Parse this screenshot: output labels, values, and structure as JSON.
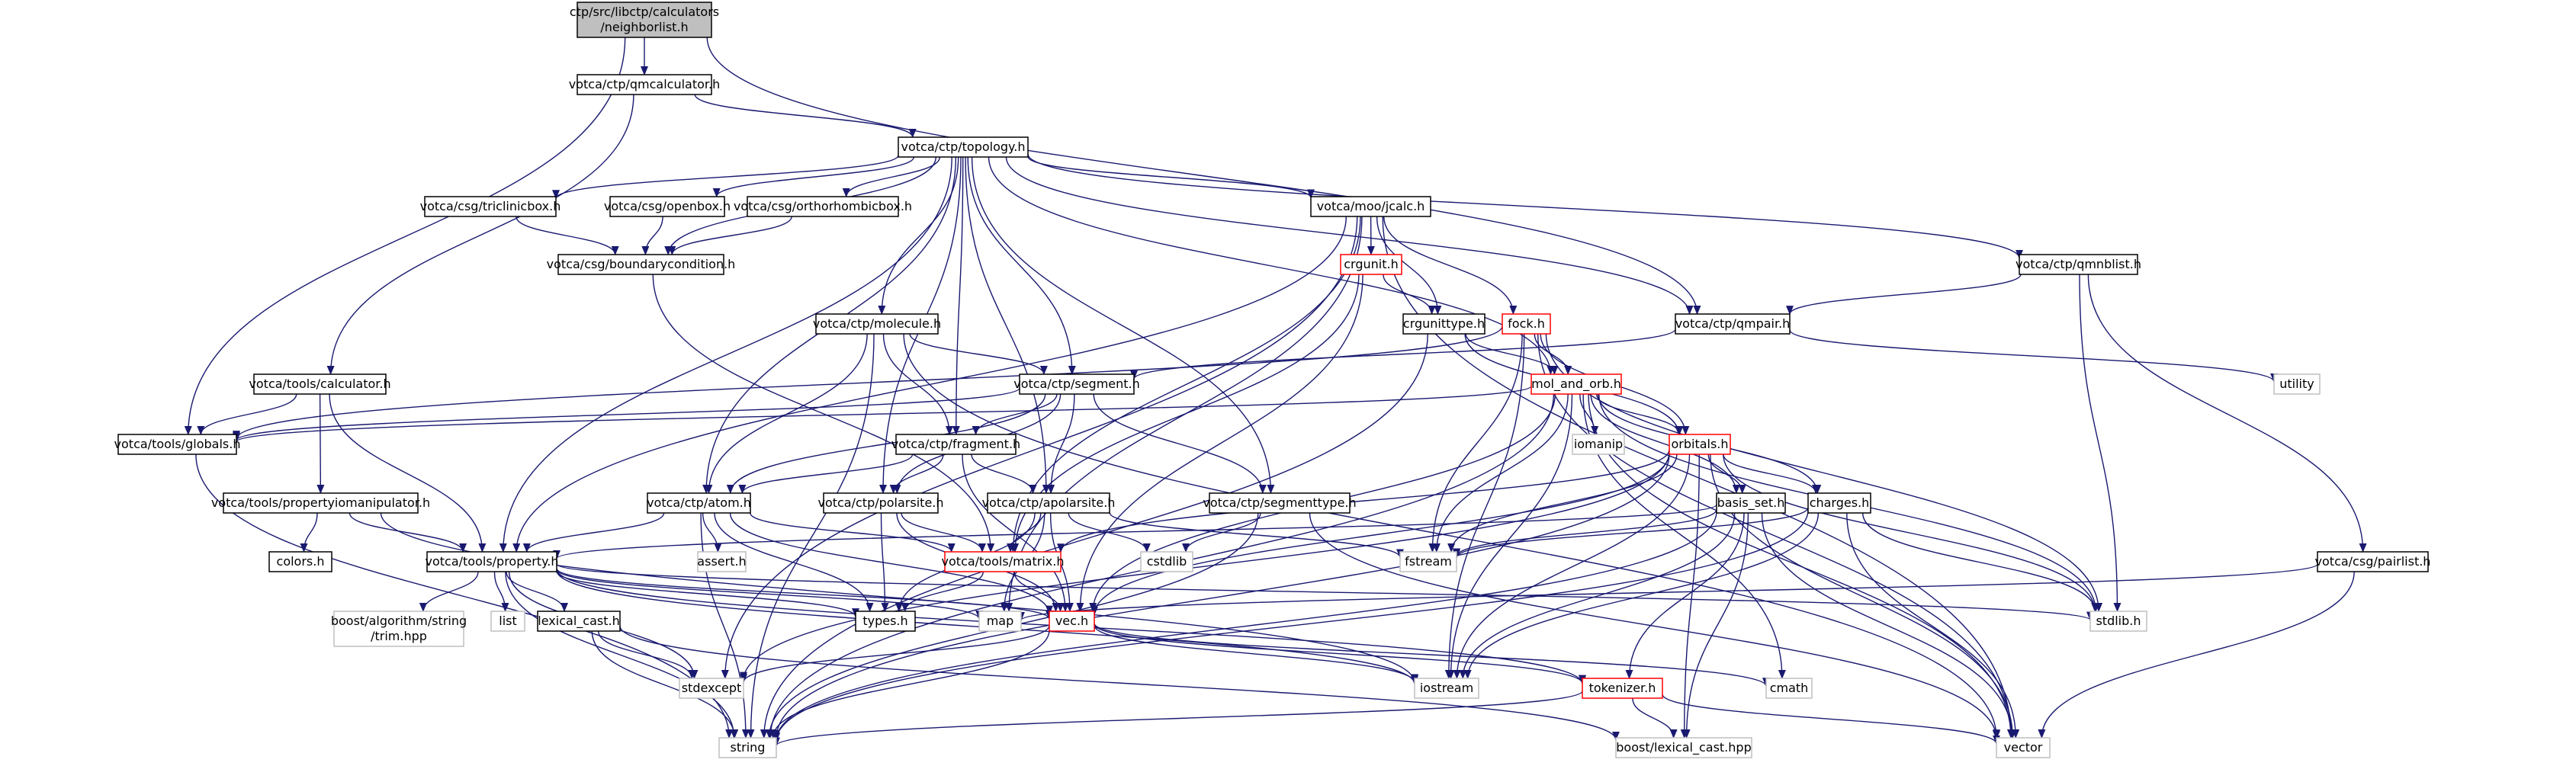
{
  "colors": {
    "edge": "#191970",
    "node_border": "#000000",
    "node_fill": "#ffffff",
    "root_fill": "#bfbfbf",
    "truncated_border": "#ff0000",
    "leaf_border": "#bfbfbf",
    "leaf_text": "#404040"
  },
  "nodes": [
    {
      "id": "root",
      "lines": [
        "ctp/src/libctp/calculators",
        "/neighborlist.h"
      ],
      "style": "root"
    },
    {
      "id": "qmcalculator",
      "lines": [
        "votca/ctp/qmcalculator.h"
      ],
      "style": "normal"
    },
    {
      "id": "topology",
      "lines": [
        "votca/ctp/topology.h"
      ],
      "style": "normal"
    },
    {
      "id": "tools_calculator",
      "lines": [
        "votca/tools/calculator.h"
      ],
      "style": "normal"
    },
    {
      "id": "triclinicbox",
      "lines": [
        "votca/csg/triclinicbox.h"
      ],
      "style": "normal"
    },
    {
      "id": "openbox",
      "lines": [
        "votca/csg/openbox.h"
      ],
      "style": "normal"
    },
    {
      "id": "orthorhombicbox",
      "lines": [
        "votca/csg/orthorhombicbox.h"
      ],
      "style": "normal"
    },
    {
      "id": "qmcalc",
      "lines": [
        "votca/moo/jcalc.h"
      ],
      "style": "normal"
    },
    {
      "id": "qmnblist",
      "lines": [
        "votca/ctp/qmnblist.h"
      ],
      "style": "normal"
    },
    {
      "id": "boundarycondition",
      "lines": [
        "votca/csg/boundarycondition.h"
      ],
      "style": "normal"
    },
    {
      "id": "crgunit",
      "lines": [
        "crgunit.h"
      ],
      "style": "truncated"
    },
    {
      "id": "crgunittype",
      "lines": [
        "crgunittype.h"
      ],
      "style": "normal"
    },
    {
      "id": "fock",
      "lines": [
        "fock.h"
      ],
      "style": "truncated"
    },
    {
      "id": "qmpair",
      "lines": [
        "votca/ctp/qmpair.h"
      ],
      "style": "normal"
    },
    {
      "id": "molecule",
      "lines": [
        "votca/ctp/molecule.h"
      ],
      "style": "normal"
    },
    {
      "id": "segment",
      "lines": [
        "votca/ctp/segment.h"
      ],
      "style": "normal"
    },
    {
      "id": "mol_and_orb",
      "lines": [
        "mol_and_orb.h"
      ],
      "style": "truncated"
    },
    {
      "id": "utility",
      "lines": [
        "utility"
      ],
      "style": "leaf"
    },
    {
      "id": "globals",
      "lines": [
        "votca/tools/globals.h"
      ],
      "style": "normal"
    },
    {
      "id": "fragment",
      "lines": [
        "votca/ctp/fragment.h"
      ],
      "style": "normal"
    },
    {
      "id": "iomanip",
      "lines": [
        "iomanip"
      ],
      "style": "leaf"
    },
    {
      "id": "orbitals",
      "lines": [
        "orbitals.h"
      ],
      "style": "truncated"
    },
    {
      "id": "propertyiomanipulator",
      "lines": [
        "votca/tools/propertyiomanipulator.h"
      ],
      "style": "normal"
    },
    {
      "id": "atom",
      "lines": [
        "votca/ctp/atom.h"
      ],
      "style": "normal"
    },
    {
      "id": "polarsite",
      "lines": [
        "votca/ctp/polarsite.h"
      ],
      "style": "normal"
    },
    {
      "id": "apolarsite",
      "lines": [
        "votca/ctp/apolarsite.h"
      ],
      "style": "normal"
    },
    {
      "id": "segmenttype",
      "lines": [
        "votca/ctp/segmenttype.h"
      ],
      "style": "normal"
    },
    {
      "id": "basis_set",
      "lines": [
        "basis_set.h"
      ],
      "style": "normal"
    },
    {
      "id": "charges",
      "lines": [
        "charges.h"
      ],
      "style": "normal"
    },
    {
      "id": "pairlist",
      "lines": [
        "votca/csg/pairlist.h"
      ],
      "style": "normal"
    },
    {
      "id": "colors",
      "lines": [
        "colors.h"
      ],
      "style": "normal"
    },
    {
      "id": "property",
      "lines": [
        "votca/tools/property.h"
      ],
      "style": "normal"
    },
    {
      "id": "assert",
      "lines": [
        "assert.h"
      ],
      "style": "leaf"
    },
    {
      "id": "matrix",
      "lines": [
        "votca/tools/matrix.h"
      ],
      "style": "truncated"
    },
    {
      "id": "cstdlib",
      "lines": [
        "cstdlib"
      ],
      "style": "leaf"
    },
    {
      "id": "fstream",
      "lines": [
        "fstream"
      ],
      "style": "leaf"
    },
    {
      "id": "boost_trim",
      "lines": [
        "boost/algorithm/string",
        "/trim.hpp"
      ],
      "style": "leaf"
    },
    {
      "id": "list",
      "lines": [
        "list"
      ],
      "style": "leaf"
    },
    {
      "id": "lexical_cast",
      "lines": [
        "lexical_cast.h"
      ],
      "style": "normal"
    },
    {
      "id": "types",
      "lines": [
        "types.h"
      ],
      "style": "normal"
    },
    {
      "id": "map",
      "lines": [
        "map"
      ],
      "style": "leaf"
    },
    {
      "id": "vec",
      "lines": [
        "vec.h"
      ],
      "style": "truncated"
    },
    {
      "id": "stdlib",
      "lines": [
        "stdlib.h"
      ],
      "style": "leaf"
    },
    {
      "id": "stdexcept",
      "lines": [
        "stdexcept"
      ],
      "style": "leaf"
    },
    {
      "id": "iostream",
      "lines": [
        "iostream"
      ],
      "style": "leaf"
    },
    {
      "id": "tokenizer",
      "lines": [
        "tokenizer.h"
      ],
      "style": "truncated"
    },
    {
      "id": "cmath",
      "lines": [
        "cmath"
      ],
      "style": "leaf"
    },
    {
      "id": "string",
      "lines": [
        "string"
      ],
      "style": "leaf"
    },
    {
      "id": "boost_lexical",
      "lines": [
        "boost/lexical_cast.hpp"
      ],
      "style": "leaf"
    },
    {
      "id": "vector",
      "lines": [
        "vector"
      ],
      "style": "leaf"
    }
  ],
  "edges": [
    [
      "root",
      "qmcalculator"
    ],
    [
      "root",
      "globals"
    ],
    [
      "root",
      "qmpair"
    ],
    [
      "qmcalculator",
      "topology"
    ],
    [
      "qmcalculator",
      "tools_calculator"
    ],
    [
      "topology",
      "triclinicbox"
    ],
    [
      "topology",
      "openbox"
    ],
    [
      "topology",
      "orthorhombicbox"
    ],
    [
      "topology",
      "boundarycondition"
    ],
    [
      "topology",
      "qmcalc"
    ],
    [
      "topology",
      "qmnblist"
    ],
    [
      "topology",
      "molecule"
    ],
    [
      "topology",
      "segment"
    ],
    [
      "topology",
      "fragment"
    ],
    [
      "topology",
      "atom"
    ],
    [
      "topology",
      "polarsite"
    ],
    [
      "topology",
      "apolarsite"
    ],
    [
      "topology",
      "segmenttype"
    ],
    [
      "topology",
      "qmpair"
    ],
    [
      "topology",
      "property"
    ],
    [
      "topology",
      "mol_and_orb"
    ],
    [
      "triclinicbox",
      "boundarycondition"
    ],
    [
      "openbox",
      "boundarycondition"
    ],
    [
      "orthorhombicbox",
      "boundarycondition"
    ],
    [
      "boundarycondition",
      "matrix"
    ],
    [
      "qmcalc",
      "crgunit"
    ],
    [
      "qmcalc",
      "crgunittype"
    ],
    [
      "qmcalc",
      "fock"
    ],
    [
      "qmcalc",
      "stdexcept"
    ],
    [
      "qmcalc",
      "matrix"
    ],
    [
      "qmcalc",
      "map"
    ],
    [
      "qmcalc",
      "vector"
    ],
    [
      "qmcalc",
      "property"
    ],
    [
      "crgunit",
      "crgunittype"
    ],
    [
      "crgunit",
      "vec"
    ],
    [
      "crgunit",
      "matrix"
    ],
    [
      "crgunittype",
      "mol_and_orb"
    ],
    [
      "crgunittype",
      "orbitals"
    ],
    [
      "crgunittype",
      "string"
    ],
    [
      "fock",
      "mol_and_orb"
    ],
    [
      "fock",
      "orbitals"
    ],
    [
      "fock",
      "iostream"
    ],
    [
      "fock",
      "fstream"
    ],
    [
      "fock",
      "stdlib"
    ],
    [
      "fock",
      "vector"
    ],
    [
      "fock",
      "globals"
    ],
    [
      "qmnblist",
      "qmpair"
    ],
    [
      "qmnblist",
      "pairlist"
    ],
    [
      "qmnblist",
      "stdlib"
    ],
    [
      "qmpair",
      "segment"
    ],
    [
      "qmpair",
      "utility"
    ],
    [
      "molecule",
      "segment"
    ],
    [
      "molecule",
      "fragment"
    ],
    [
      "molecule",
      "atom"
    ],
    [
      "molecule",
      "string"
    ],
    [
      "molecule",
      "vector"
    ],
    [
      "segment",
      "fragment"
    ],
    [
      "segment",
      "atom"
    ],
    [
      "segment",
      "polarsite"
    ],
    [
      "segment",
      "apolarsite"
    ],
    [
      "segment",
      "segmenttype"
    ],
    [
      "segment",
      "globals"
    ],
    [
      "mol_and_orb",
      "iomanip"
    ],
    [
      "mol_and_orb",
      "orbitals"
    ],
    [
      "mol_and_orb",
      "basis_set"
    ],
    [
      "mol_and_orb",
      "charges"
    ],
    [
      "mol_and_orb",
      "fstream"
    ],
    [
      "mol_and_orb",
      "vec"
    ],
    [
      "mol_and_orb",
      "stdlib"
    ],
    [
      "mol_and_orb",
      "iostream"
    ],
    [
      "mol_and_orb",
      "cmath"
    ],
    [
      "mol_and_orb",
      "string"
    ],
    [
      "mol_and_orb",
      "vector"
    ],
    [
      "mol_and_orb",
      "globals"
    ],
    [
      "tools_calculator",
      "globals"
    ],
    [
      "tools_calculator",
      "property"
    ],
    [
      "tools_calculator",
      "propertyiomanipulator"
    ],
    [
      "globals",
      "string"
    ],
    [
      "fragment",
      "atom"
    ],
    [
      "fragment",
      "polarsite"
    ],
    [
      "fragment",
      "apolarsite"
    ],
    [
      "fragment",
      "vec"
    ],
    [
      "orbitals",
      "basis_set"
    ],
    [
      "orbitals",
      "charges"
    ],
    [
      "orbitals",
      "vec"
    ],
    [
      "orbitals",
      "fstream"
    ],
    [
      "orbitals",
      "iostream"
    ],
    [
      "orbitals",
      "stdlib"
    ],
    [
      "orbitals",
      "string"
    ],
    [
      "orbitals",
      "vector"
    ],
    [
      "orbitals",
      "boost_lexical"
    ],
    [
      "orbitals",
      "stdexcept"
    ],
    [
      "orbitals",
      "matrix"
    ],
    [
      "propertyiomanipulator",
      "property"
    ],
    [
      "propertyiomanipulator",
      "colors"
    ],
    [
      "propertyiomanipulator",
      "iostream"
    ],
    [
      "atom",
      "property"
    ],
    [
      "atom",
      "assert"
    ],
    [
      "atom",
      "matrix"
    ],
    [
      "atom",
      "vec"
    ],
    [
      "atom",
      "types"
    ],
    [
      "atom",
      "string"
    ],
    [
      "polarsite",
      "matrix"
    ],
    [
      "polarsite",
      "types"
    ],
    [
      "polarsite",
      "vec"
    ],
    [
      "apolarsite",
      "matrix"
    ],
    [
      "apolarsite",
      "vec"
    ],
    [
      "apolarsite",
      "cstdlib"
    ],
    [
      "apolarsite",
      "fstream"
    ],
    [
      "apolarsite",
      "map"
    ],
    [
      "apolarsite",
      "types"
    ],
    [
      "segmenttype",
      "cstdlib"
    ],
    [
      "segmenttype",
      "string"
    ],
    [
      "segmenttype",
      "vector"
    ],
    [
      "basis_set",
      "fstream"
    ],
    [
      "basis_set",
      "iostream"
    ],
    [
      "basis_set",
      "tokenizer"
    ],
    [
      "basis_set",
      "string"
    ],
    [
      "basis_set",
      "vector"
    ],
    [
      "basis_set",
      "boost_lexical"
    ],
    [
      "basis_set",
      "property"
    ],
    [
      "charges",
      "fstream"
    ],
    [
      "charges",
      "iostream"
    ],
    [
      "charges",
      "string"
    ],
    [
      "charges",
      "vector"
    ],
    [
      "charges",
      "stdlib"
    ],
    [
      "pairlist",
      "map"
    ],
    [
      "pairlist",
      "vector"
    ],
    [
      "property",
      "boost_trim"
    ],
    [
      "property",
      "list"
    ],
    [
      "property",
      "lexical_cast"
    ],
    [
      "property",
      "map"
    ],
    [
      "property",
      "stdlib"
    ],
    [
      "property",
      "stdexcept"
    ],
    [
      "property",
      "iostream"
    ],
    [
      "property",
      "string"
    ],
    [
      "property",
      "vec"
    ],
    [
      "property",
      "tokenizer"
    ],
    [
      "property",
      "types"
    ],
    [
      "matrix",
      "types"
    ],
    [
      "matrix",
      "vec"
    ],
    [
      "lexical_cast",
      "string"
    ],
    [
      "lexical_cast",
      "stdexcept"
    ],
    [
      "lexical_cast",
      "boost_lexical"
    ],
    [
      "vec",
      "iostream"
    ],
    [
      "vec",
      "string"
    ],
    [
      "vec",
      "stdexcept"
    ],
    [
      "vec",
      "cmath"
    ],
    [
      "vec",
      "tokenizer"
    ],
    [
      "tokenizer",
      "string"
    ],
    [
      "tokenizer",
      "boost_lexical"
    ],
    [
      "tokenizer",
      "vector"
    ]
  ]
}
